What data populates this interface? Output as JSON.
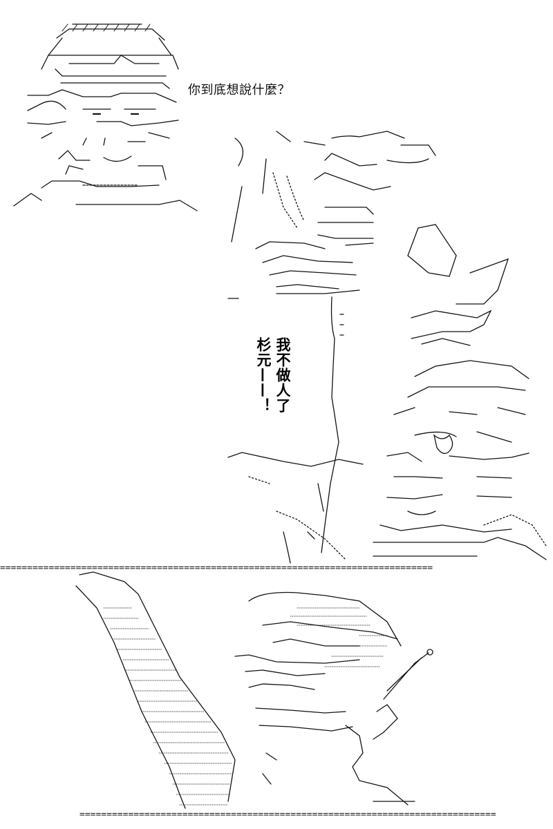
{
  "speech_top": "你到底想說什麼？",
  "shout_col1": "我不做人了",
  "shout_col2": "杉元——！",
  "divider_top": "================================================================================",
  "divider_bottom": "============================================================================="
}
